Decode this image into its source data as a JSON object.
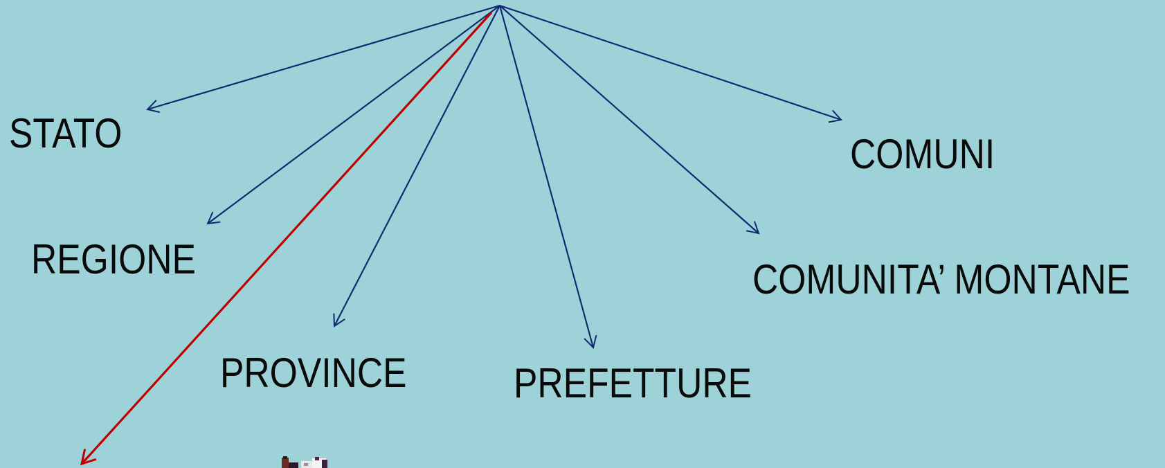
{
  "diagram": {
    "background": "#9dd3d8",
    "arrow_color": "#0f2a6e",
    "highlight_arrow_color": "#c00000",
    "root": "",
    "nodes": [
      {
        "id": "stato",
        "label": "STATO"
      },
      {
        "id": "regione",
        "label": "REGIONE"
      },
      {
        "id": "province",
        "label": "PROVINCE"
      },
      {
        "id": "prefetture",
        "label": "PREFETTURE"
      },
      {
        "id": "comunita-montane",
        "label": "COMUNITA’ MONTANE"
      },
      {
        "id": "comuni",
        "label": "COMUNI"
      }
    ],
    "highlighted_arrow_target": "off-screen-below"
  }
}
